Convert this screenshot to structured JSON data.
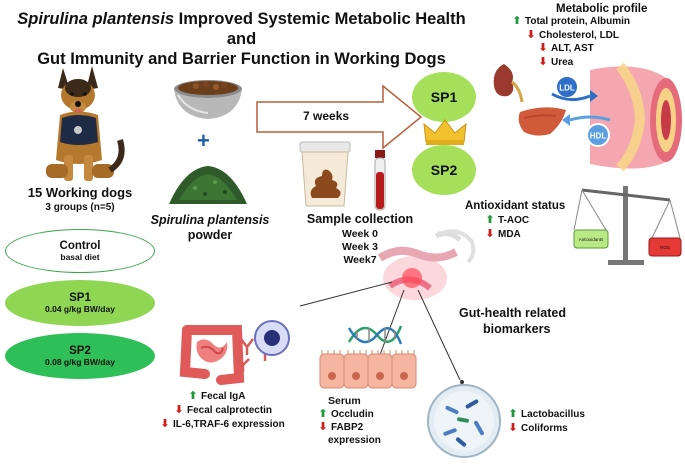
{
  "title": {
    "species": "Spirulina plantensis",
    "rest_line1": " Improved Systemic Metabolic Health and",
    "line2": "Gut Immunity and Barrier Function in Working Dogs"
  },
  "dogs": {
    "heading": "15 Working dogs",
    "subheading": "3 groups (n=5)"
  },
  "groups": [
    {
      "name": "Control",
      "dose": "basal diet",
      "color": "#ffffff"
    },
    {
      "name": "SP1",
      "dose": "0.04 g/kg BW/day",
      "color": "#8fd653"
    },
    {
      "name": "SP2",
      "dose": "0.08 g/kg BW/day",
      "color": "#2fbf58"
    }
  ],
  "spirulina": {
    "label_species": "Spirulina plantensis",
    "label_powder": "powder",
    "plus": "+"
  },
  "duration": "7 weeks",
  "treatment_ovals": [
    "SP1",
    "SP2"
  ],
  "sample_collection": {
    "heading": "Sample collection",
    "times": [
      "Week 0",
      "Week 3",
      "Week7"
    ]
  },
  "metabolic_profile": {
    "heading": "Metabolic profile",
    "items": [
      {
        "dir": "up",
        "text": "Total protein, Albumin"
      },
      {
        "dir": "down",
        "text": "Cholesterol, LDL"
      },
      {
        "dir": "down",
        "text": "ALT, AST"
      },
      {
        "dir": "down",
        "text": "Urea"
      }
    ],
    "ldl": "LDL",
    "hdl": "HDL"
  },
  "antioxidant": {
    "heading": "Antioxidant status",
    "items": [
      {
        "dir": "up",
        "text": "T-AOC"
      },
      {
        "dir": "down",
        "text": "MDA"
      }
    ],
    "scale_left": "Antioxidants",
    "scale_right": "ROS"
  },
  "gut_health": {
    "heading_line1": "Gut-health related",
    "heading_line2": "biomarkers"
  },
  "fecal": [
    {
      "dir": "up",
      "text": "Fecal IgA"
    },
    {
      "dir": "down",
      "text": "Fecal calprotectin"
    },
    {
      "dir": "down",
      "text": "IL-6,TRAF-6 expression"
    }
  ],
  "serum": {
    "heading": "Serum",
    "items": [
      {
        "dir": "up",
        "text": "Occludin"
      },
      {
        "dir": "down",
        "text": "FABP2"
      }
    ],
    "tail": "expression"
  },
  "microbiota": [
    {
      "dir": "up",
      "text": "Lactobacillus"
    },
    {
      "dir": "down",
      "text": "Coliforms"
    }
  ],
  "colors": {
    "up": "#1f9a3a",
    "down": "#d01c1c",
    "sp_oval": "#a6e05a",
    "arrow_fill": "#ffffff",
    "arrow_stroke": "#b8603a"
  }
}
